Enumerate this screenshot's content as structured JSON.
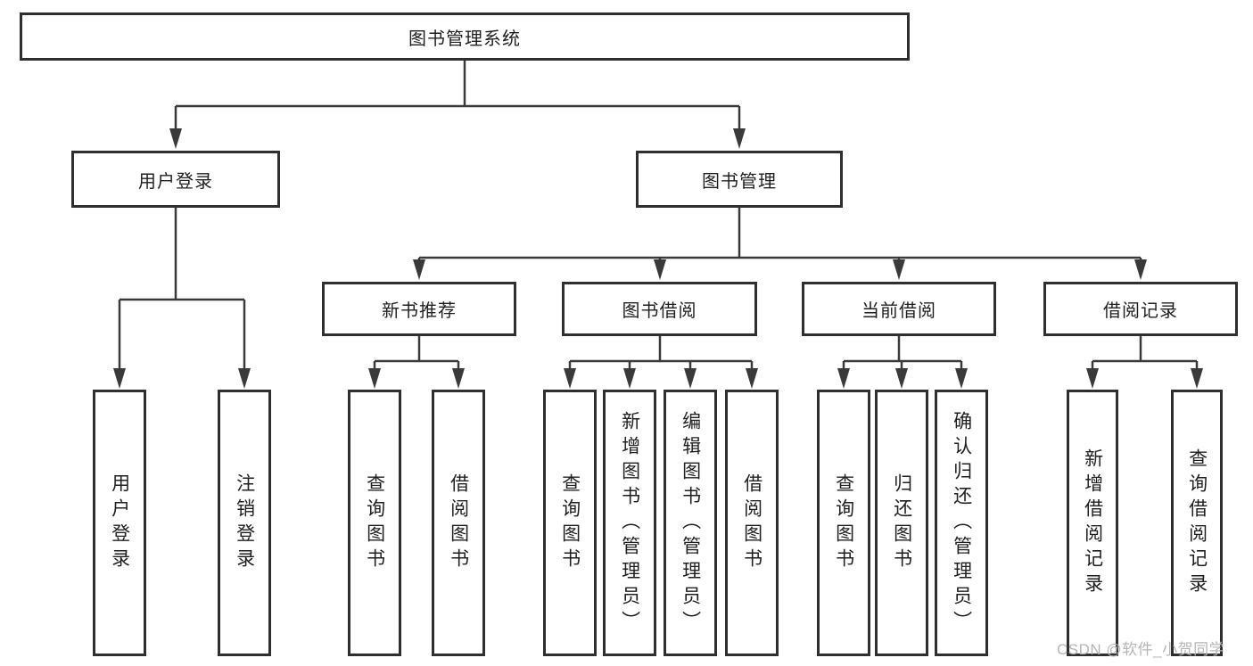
{
  "diagram": {
    "tree": {
      "label": "图书管理系统",
      "children": [
        {
          "label": "用户登录",
          "children": [
            {
              "label": "用户登录"
            },
            {
              "label": "注销登录"
            }
          ]
        },
        {
          "label": "图书管理",
          "children": [
            {
              "label": "新书推荐",
              "children": [
                {
                  "label": "查询图书"
                },
                {
                  "label": "借阅图书"
                }
              ]
            },
            {
              "label": "图书借阅",
              "children": [
                {
                  "label": "查询图书"
                },
                {
                  "label": "新增图书（管理员）"
                },
                {
                  "label": "编辑图书（管理员）"
                },
                {
                  "label": "借阅图书"
                }
              ]
            },
            {
              "label": "当前借阅",
              "children": [
                {
                  "label": "查询图书"
                },
                {
                  "label": "归还图书"
                },
                {
                  "label": "确认归还（管理员）"
                }
              ]
            },
            {
              "label": "借阅记录",
              "children": [
                {
                  "label": "新增借阅记录"
                },
                {
                  "label": "查询借阅记录"
                }
              ]
            }
          ]
        }
      ]
    },
    "colors": {
      "line": "#3a3a3a",
      "box_border": "#2f2f2f",
      "box_background": "#ffffff",
      "text": "#1f1f1f",
      "watermark": "#b5b5b5",
      "page_background": "#ffffff"
    }
  },
  "watermark": {
    "text": "CSDN @软件_小贺同学"
  }
}
